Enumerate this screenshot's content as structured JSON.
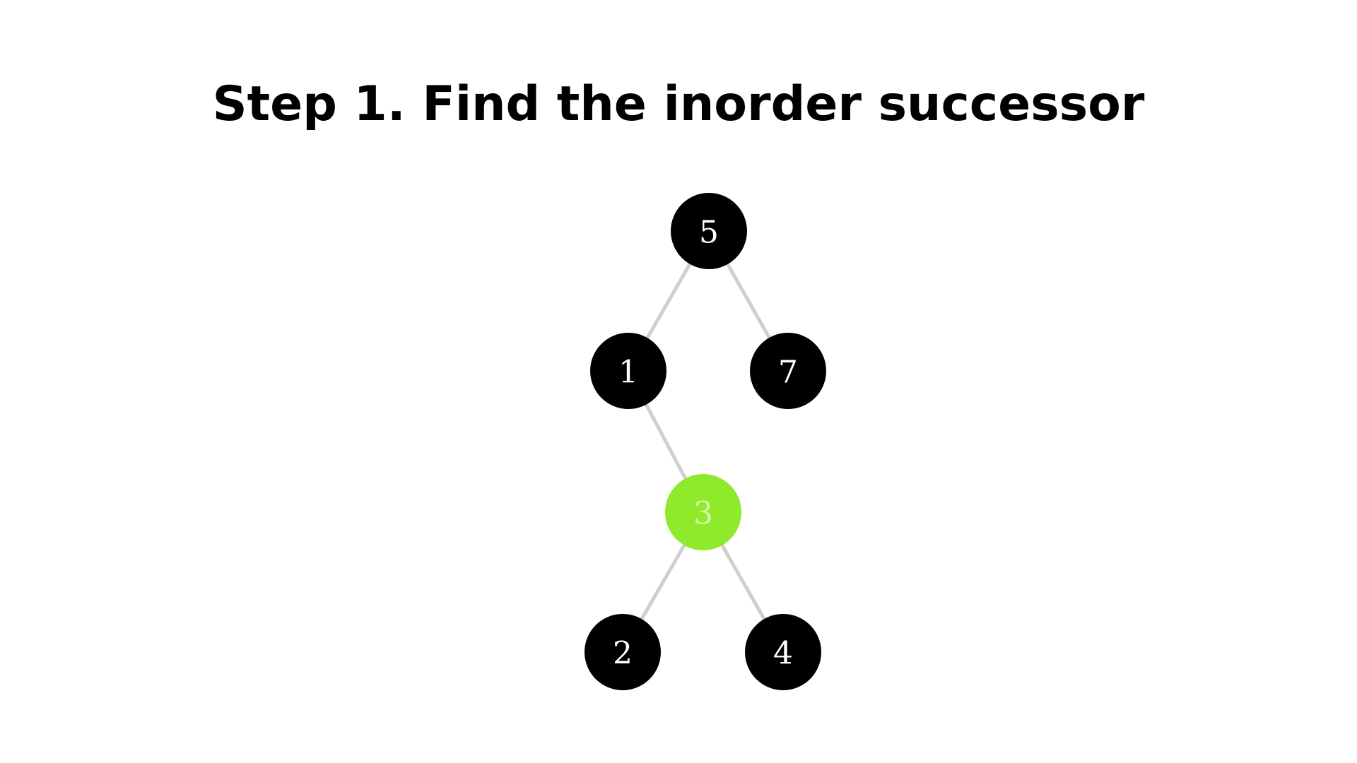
{
  "title": "Step 1. Find the inorder successor",
  "tree": {
    "nodes": [
      {
        "id": "n5",
        "label": "5",
        "highlighted": false
      },
      {
        "id": "n1",
        "label": "1",
        "highlighted": false
      },
      {
        "id": "n7",
        "label": "7",
        "highlighted": false
      },
      {
        "id": "n3",
        "label": "3",
        "highlighted": true
      },
      {
        "id": "n2",
        "label": "2",
        "highlighted": false
      },
      {
        "id": "n4",
        "label": "4",
        "highlighted": false
      }
    ],
    "edges": [
      {
        "from": "n5",
        "to": "n1"
      },
      {
        "from": "n5",
        "to": "n7"
      },
      {
        "from": "n1",
        "to": "n3"
      },
      {
        "from": "n3",
        "to": "n2"
      },
      {
        "from": "n3",
        "to": "n4"
      }
    ]
  },
  "colors": {
    "node_fill": "#000000",
    "node_text": "#ffffff",
    "highlight_fill": "#8eea2a",
    "highlight_text": "#d8f7a8",
    "edge": "#cfcfcf"
  }
}
